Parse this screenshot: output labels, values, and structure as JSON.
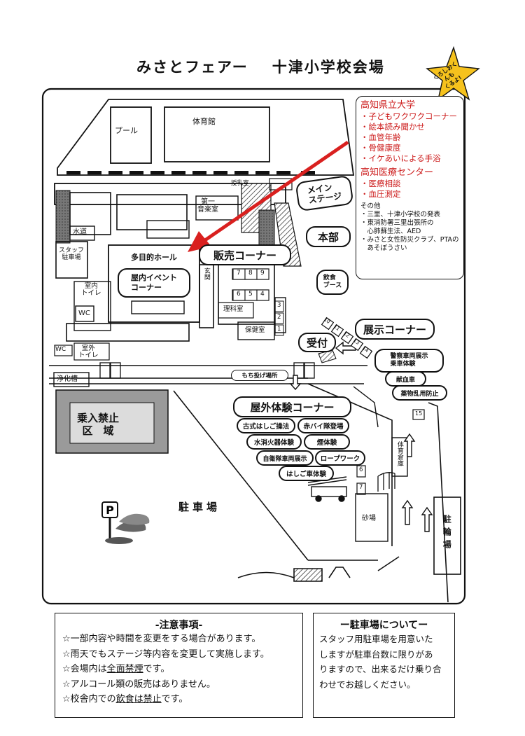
{
  "header": {
    "title_left": "みさとフェアー",
    "title_right": "十津小学校会場"
  },
  "star": {
    "line1": "くろしおくんも",
    "line2": "くるよ!"
  },
  "map": {
    "pool": "プール",
    "gym": "体育館",
    "music_room": "第一\n音楽室",
    "water": "水道",
    "staff_rest": "スタッフ\n駐車場",
    "indoor_toilet": "室内\nトイレ",
    "wc": "WC",
    "outdoor_toilet": "室外\nトイレ",
    "wc2": "WC",
    "tagu_hall": "多目的ホール",
    "indoor_event": "屋内イベント\nコーナー",
    "genkan": "玄関",
    "sales_corner": "販売コーナー",
    "sales_nums1": [
      "7",
      "8",
      "9"
    ],
    "sales_nums2": [
      "6",
      "5",
      "4"
    ],
    "science_room": "理科室",
    "nurse_room": "保健室",
    "side_nums": [
      "3",
      "2",
      "1"
    ],
    "main_stage": "メイン\nステージ",
    "honbu": "本部",
    "food_booth": "飲食\nブース",
    "top_room": "授乳室",
    "row_nums": [
      "10",
      "11",
      "12",
      "13",
      "14"
    ],
    "exhibit_corner": "展示コーナー",
    "reception": "受付",
    "police": "警察車両展示\n乗車体験",
    "blood_car": "献血車",
    "drug_car": "薬物乱用防止",
    "num15": "15",
    "mochi": "もち投げ場所",
    "septic": "浄化槽",
    "no_entry": "乗入禁止\n区　域",
    "outdoor_exp": "屋外体験コーナー",
    "exp1": "古式はしご操法",
    "exp2": "赤バイ隊登場",
    "exp3": "水消火器体験",
    "exp4": "煙体験",
    "exp5": "自衛隊車両展示",
    "exp6": "ロープワーク",
    "exp7": "はしご車体験",
    "num6": "6",
    "num7": "7",
    "gym_storage": "体育倉庫",
    "parking": "駐車場",
    "sandpit": "砂場",
    "bike_parking": "駐輪場"
  },
  "info": {
    "uni_title": "高知県立大学",
    "uni_items": [
      "・子どもワクワクコーナー",
      "・絵本読み聞かせ",
      "・血管年齢",
      "・骨健康度",
      "・イケあいによる手浴"
    ],
    "med_title": "高知医療センター",
    "med_items": [
      "・医療相談",
      "・血圧測定"
    ],
    "other_title": "その他",
    "other_items": [
      "・三里、十津小学校の発表",
      "・東消防署三里出張所の",
      "　心肺蘇生法、AED",
      "・みさと女性防災クラブ、PTAの",
      "　あそぼうさい"
    ]
  },
  "notes": {
    "title": "-注意事項-",
    "l1": "☆一部内容や時間を変更をする場合があります。",
    "l2": "☆雨天でもステージ等内容を変更して実施します。",
    "l3a": "☆会場内は",
    "l3b": "全面禁煙",
    "l3c": "です。",
    "l4": "☆アルコール類の販売はありません。",
    "l5a": "☆校舎内での",
    "l5b": "飲食は禁止",
    "l5c": "です。"
  },
  "parking_note": {
    "title": "ー駐車場についてー",
    "lines": [
      "スタッフ用駐車場を用意いた",
      "しますが駐車台数に限りがあ",
      "りますので、出来るだけ乗り合",
      "わせでお越しください。"
    ]
  },
  "colors": {
    "arrow": "#d9201f",
    "hatch_dark": "#555555",
    "star": "#f6c21d"
  }
}
